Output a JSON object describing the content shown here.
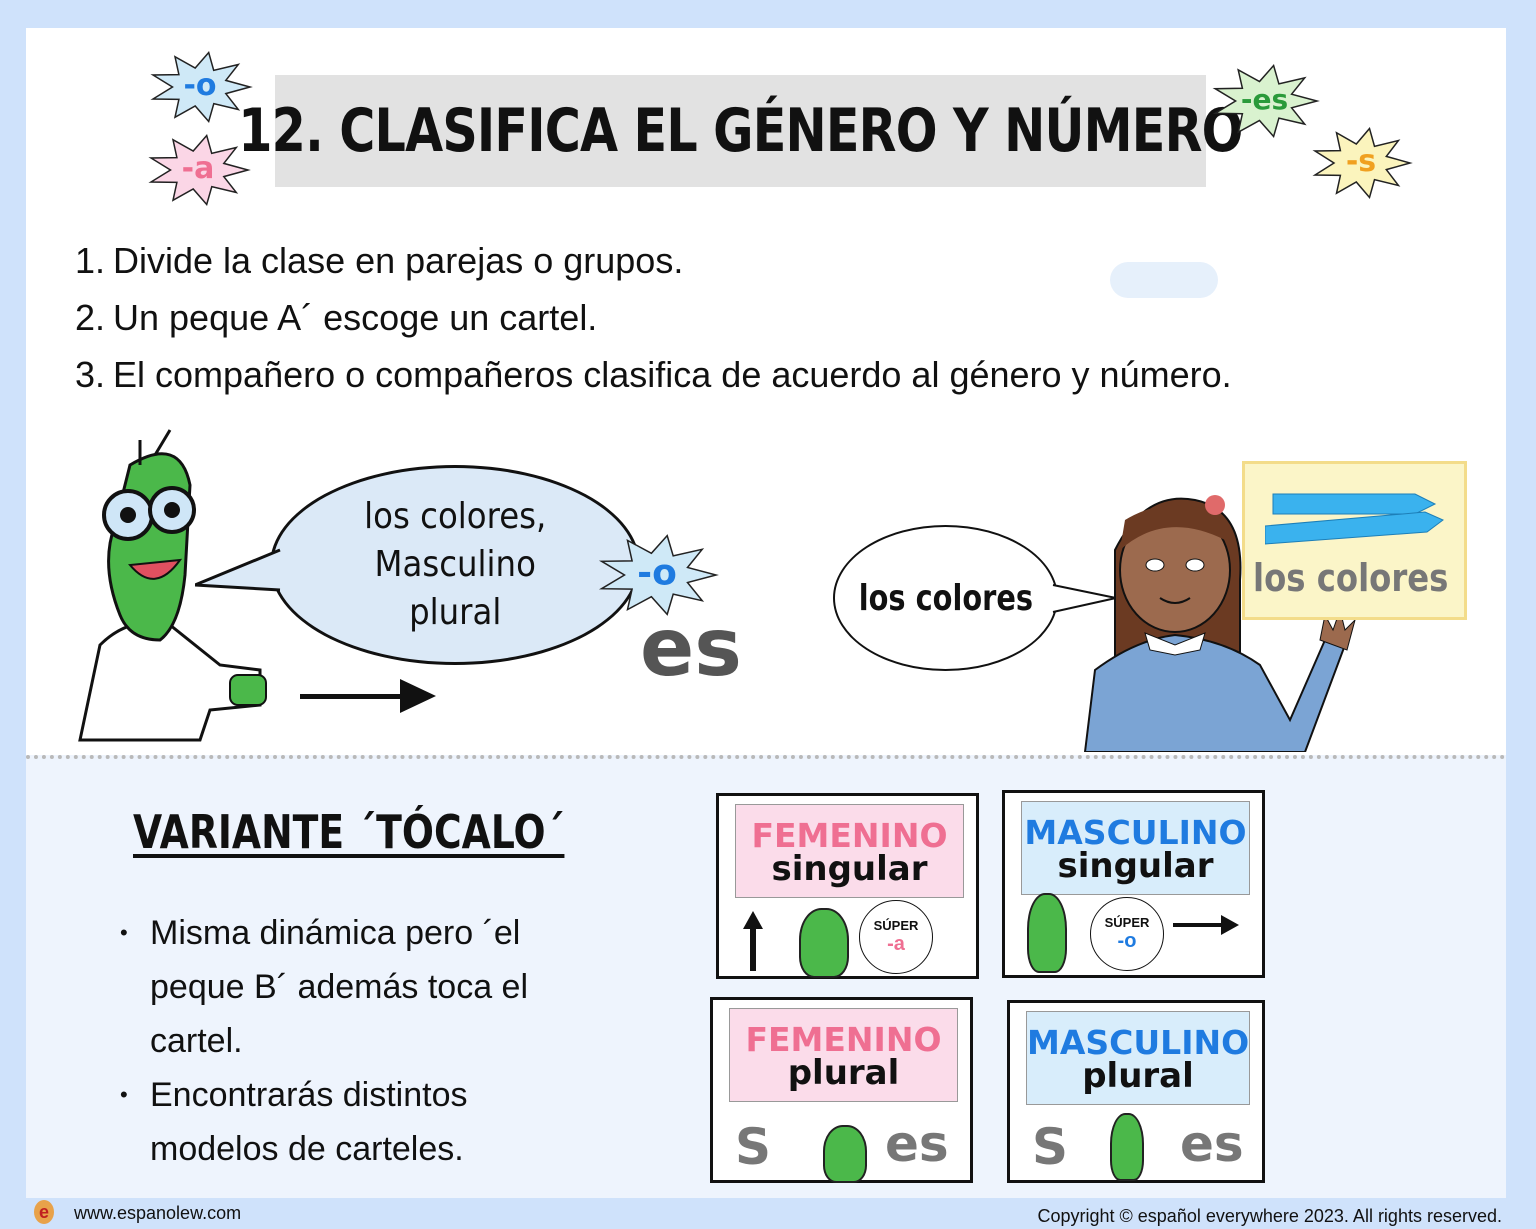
{
  "title": "12. CLASIFICA EL GÉNERO Y NÚMERO",
  "badges": {
    "o": "-o",
    "a": "-a",
    "es": "-es",
    "s": "-s"
  },
  "steps": [
    {
      "num": "1.",
      "text": "Divide la clase en parejas o grupos."
    },
    {
      "num": "2.",
      "text": "Un peque A´ escoge un cartel."
    },
    {
      "num": "3.",
      "text": "El compañero o compañeros clasifica de acuerdo al género y número."
    }
  ],
  "scene": {
    "frog_speech": [
      "los colores,",
      "Masculino",
      "plural"
    ],
    "girl_speech": "los colores",
    "sign": "los colores",
    "letters": "es"
  },
  "variant": {
    "heading": "VARIANTE ´TÓCALO´",
    "bullets": [
      "Misma dinámica pero ´el peque B´ además toca el cartel.",
      "Encontrarás distintos modelos de carteles."
    ]
  },
  "cards": [
    {
      "gender": "FEMENINO",
      "number": "singular",
      "bubble_top": "SÚPER",
      "bubble_badge": "-a"
    },
    {
      "gender": "MASCULINO",
      "number": "singular",
      "bubble_top": "SÚPER",
      "bubble_badge": "-o"
    },
    {
      "gender": "FEMENINO",
      "number": "plural"
    },
    {
      "gender": "MASCULINO",
      "number": "plural"
    }
  ],
  "footer": {
    "website": "www.espanolew.com",
    "copyright": "Copyright © español everywhere 2023. All rights reserved."
  },
  "colors": {
    "background": "#cfe2fb",
    "femenino": "#ef6f92",
    "masculino": "#1f7be0",
    "title_box": "#e2e2e2"
  }
}
